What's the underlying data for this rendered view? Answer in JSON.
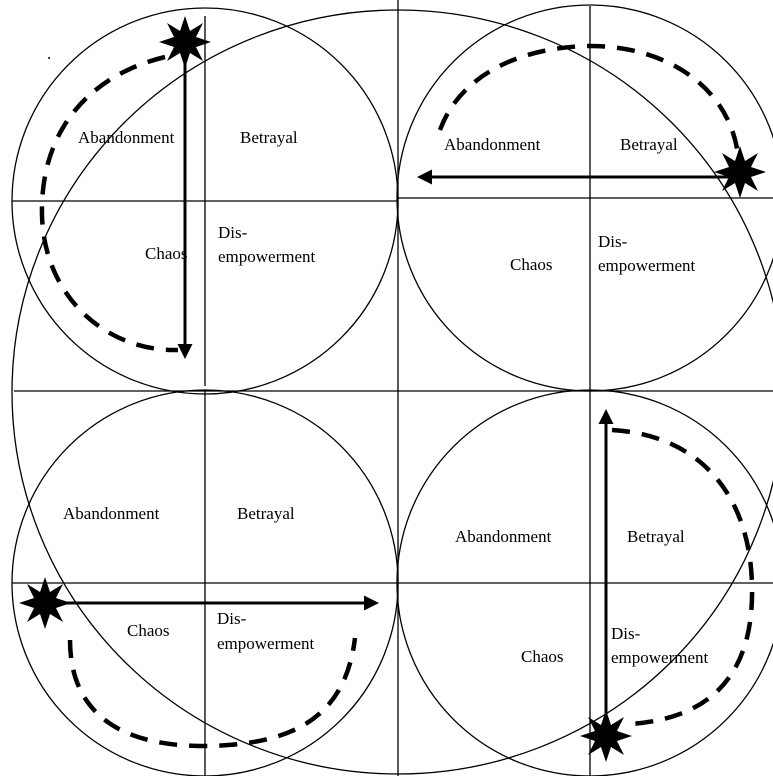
{
  "diagram": {
    "labels": {
      "abandonment": "Abandonment",
      "betrayal": "Betrayal",
      "chaos": "Chaos",
      "dis": "Dis-",
      "empowerment": "empowerment"
    },
    "top_left_dot": "."
  }
}
